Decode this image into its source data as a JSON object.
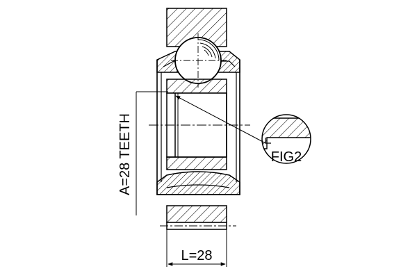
{
  "labels": {
    "teeth": "A=28 TEETH",
    "length": "L=28",
    "figure": "FIG2"
  },
  "colors": {
    "line": "#000000",
    "background": "#ffffff"
  }
}
